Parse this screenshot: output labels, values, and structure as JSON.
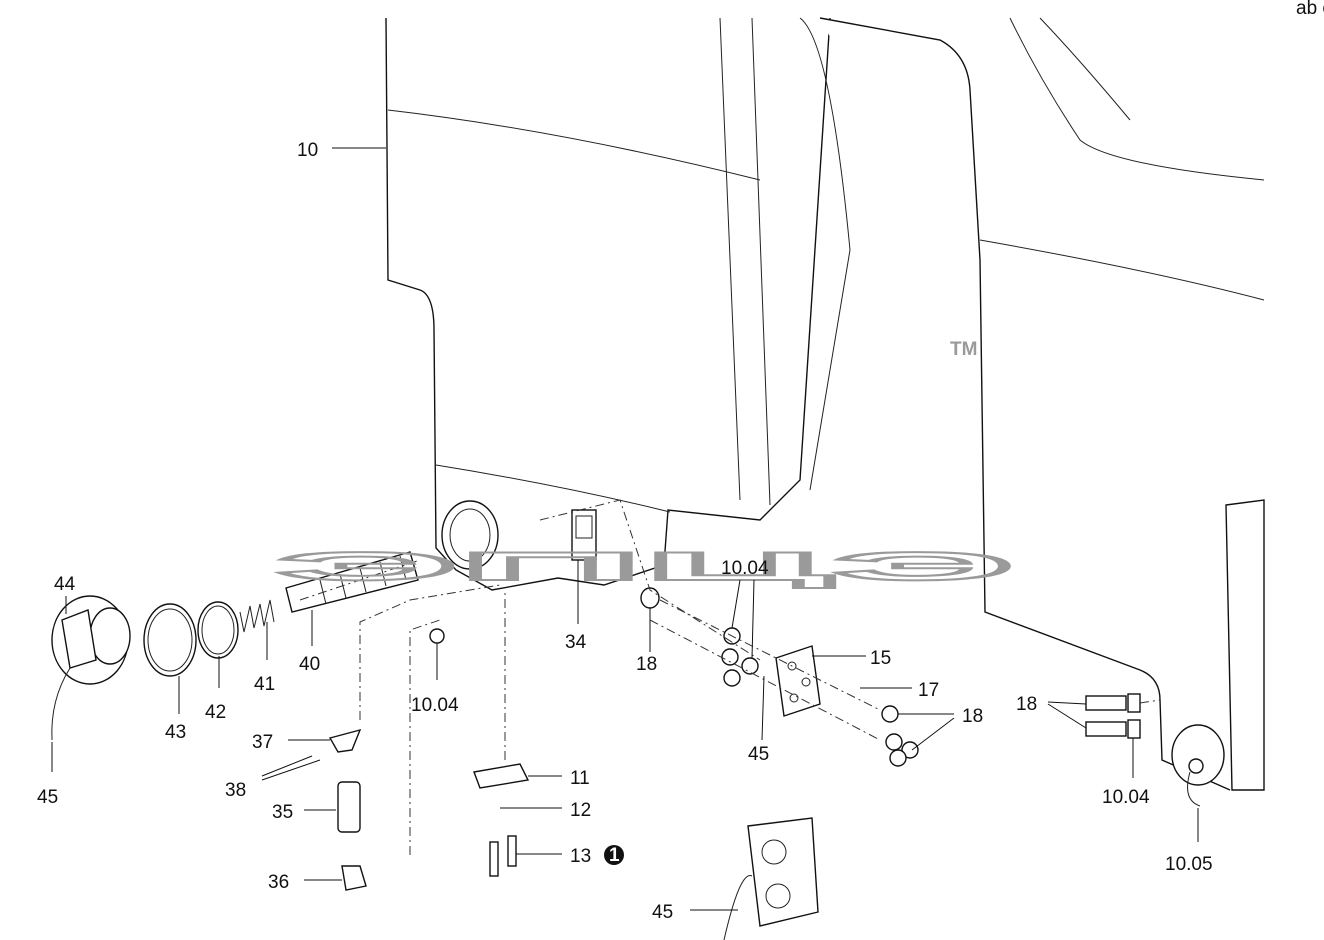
{
  "watermark": {
    "logo_text": "ЭПЦЭ",
    "trademark": "TM"
  },
  "corner_mark": "ab ccc",
  "callouts": [
    {
      "id": "c10",
      "text": "10"
    },
    {
      "id": "c44",
      "text": "44"
    },
    {
      "id": "c43",
      "text": "43"
    },
    {
      "id": "c42",
      "text": "42"
    },
    {
      "id": "c41",
      "text": "41"
    },
    {
      "id": "c40",
      "text": "40"
    },
    {
      "id": "c45a",
      "text": "45"
    },
    {
      "id": "c34",
      "text": "34"
    },
    {
      "id": "c18a",
      "text": "18"
    },
    {
      "id": "c1004a",
      "text": "10.04"
    },
    {
      "id": "c1004b",
      "text": "10.04"
    },
    {
      "id": "c15",
      "text": "15"
    },
    {
      "id": "c17",
      "text": "17"
    },
    {
      "id": "c18b",
      "text": "18"
    },
    {
      "id": "c45b",
      "text": "45"
    },
    {
      "id": "c37",
      "text": "37"
    },
    {
      "id": "c38",
      "text": "38"
    },
    {
      "id": "c35",
      "text": "35"
    },
    {
      "id": "c36",
      "text": "36"
    },
    {
      "id": "c11",
      "text": "11"
    },
    {
      "id": "c12",
      "text": "12"
    },
    {
      "id": "c13",
      "text": "13"
    },
    {
      "id": "c45c",
      "text": "45"
    },
    {
      "id": "c18c",
      "text": "18"
    },
    {
      "id": "c1004c",
      "text": "10.04"
    },
    {
      "id": "c1005",
      "text": "10.05"
    }
  ],
  "note_badge": "1"
}
